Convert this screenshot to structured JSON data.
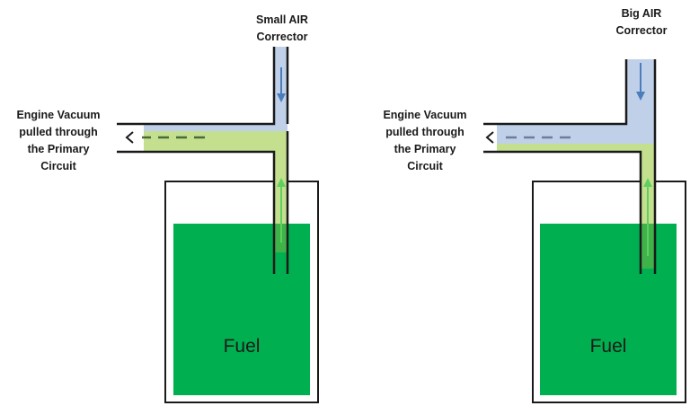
{
  "colors": {
    "fuel": "#00b050",
    "air": "#bfd0e8",
    "mix": "#c4e08e",
    "outline": "#1a1a1a",
    "air_arrow": "#4a7ebb",
    "fuel_arrow": "#5fd060"
  },
  "left_panel": {
    "corrector_label": [
      "Small AIR",
      "Corrector"
    ],
    "vacuum_label": [
      "Engine Vacuum",
      "pulled through",
      "the Primary",
      "Circuit"
    ],
    "fuel_label": "Fuel"
  },
  "right_panel": {
    "corrector_label": [
      "Big AIR",
      "Corrector"
    ],
    "vacuum_label": [
      "Engine Vacuum",
      "pulled through",
      "the Primary",
      "Circuit"
    ],
    "fuel_label": "Fuel"
  }
}
